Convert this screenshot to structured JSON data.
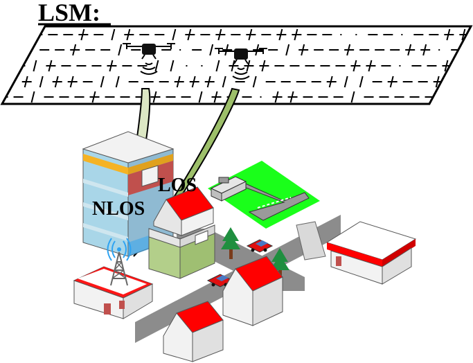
{
  "title": "LSM:",
  "labels": {
    "los": "LOS",
    "nlos": "NLOS"
  },
  "colors": {
    "beam": "#9dbf6a",
    "roof_red": "#ff0000",
    "grass": "#1aff1a",
    "road": "#8c8c8c",
    "office_blue": "#9fd0e0",
    "office_orange": "#f5b324",
    "office_brick": "#c0504d",
    "house_green": "#b3cf8a",
    "tree": "#1f8f3f",
    "car": "#e01010",
    "tower_signal": "#2ea3f2"
  },
  "icons": [
    "drone-icon",
    "drone-icon",
    "cell-tower-icon",
    "tree-icon",
    "car-icon"
  ]
}
